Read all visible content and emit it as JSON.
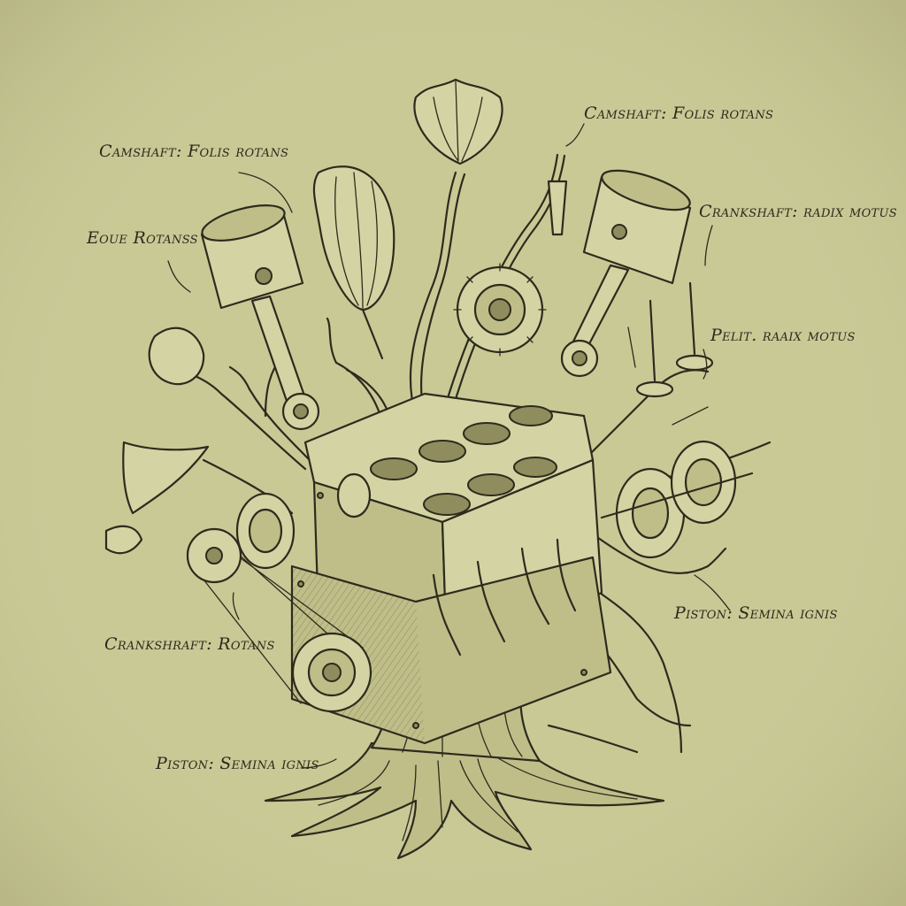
{
  "colors": {
    "paper": "#c9c996",
    "ink": "#2d2b1d",
    "shade_light": "#d4d3a3",
    "shade_mid": "#bfbe88"
  },
  "labels": {
    "camshaft_top_right": "Camshaft: Folis rotans",
    "camshaft_left": "Camshaft: Folis rotans",
    "eoue_rotanss": "Eoue Rotanss",
    "crankshaft_radix": "Crankshaft: radix motus",
    "pelit_radix": "Pelit. raaix motus",
    "piston_right": "Piston: Semina ignis",
    "crankshaft_rotans": "Crankshraft: Rotans",
    "piston_bottom": "Piston: Semina ignis"
  }
}
